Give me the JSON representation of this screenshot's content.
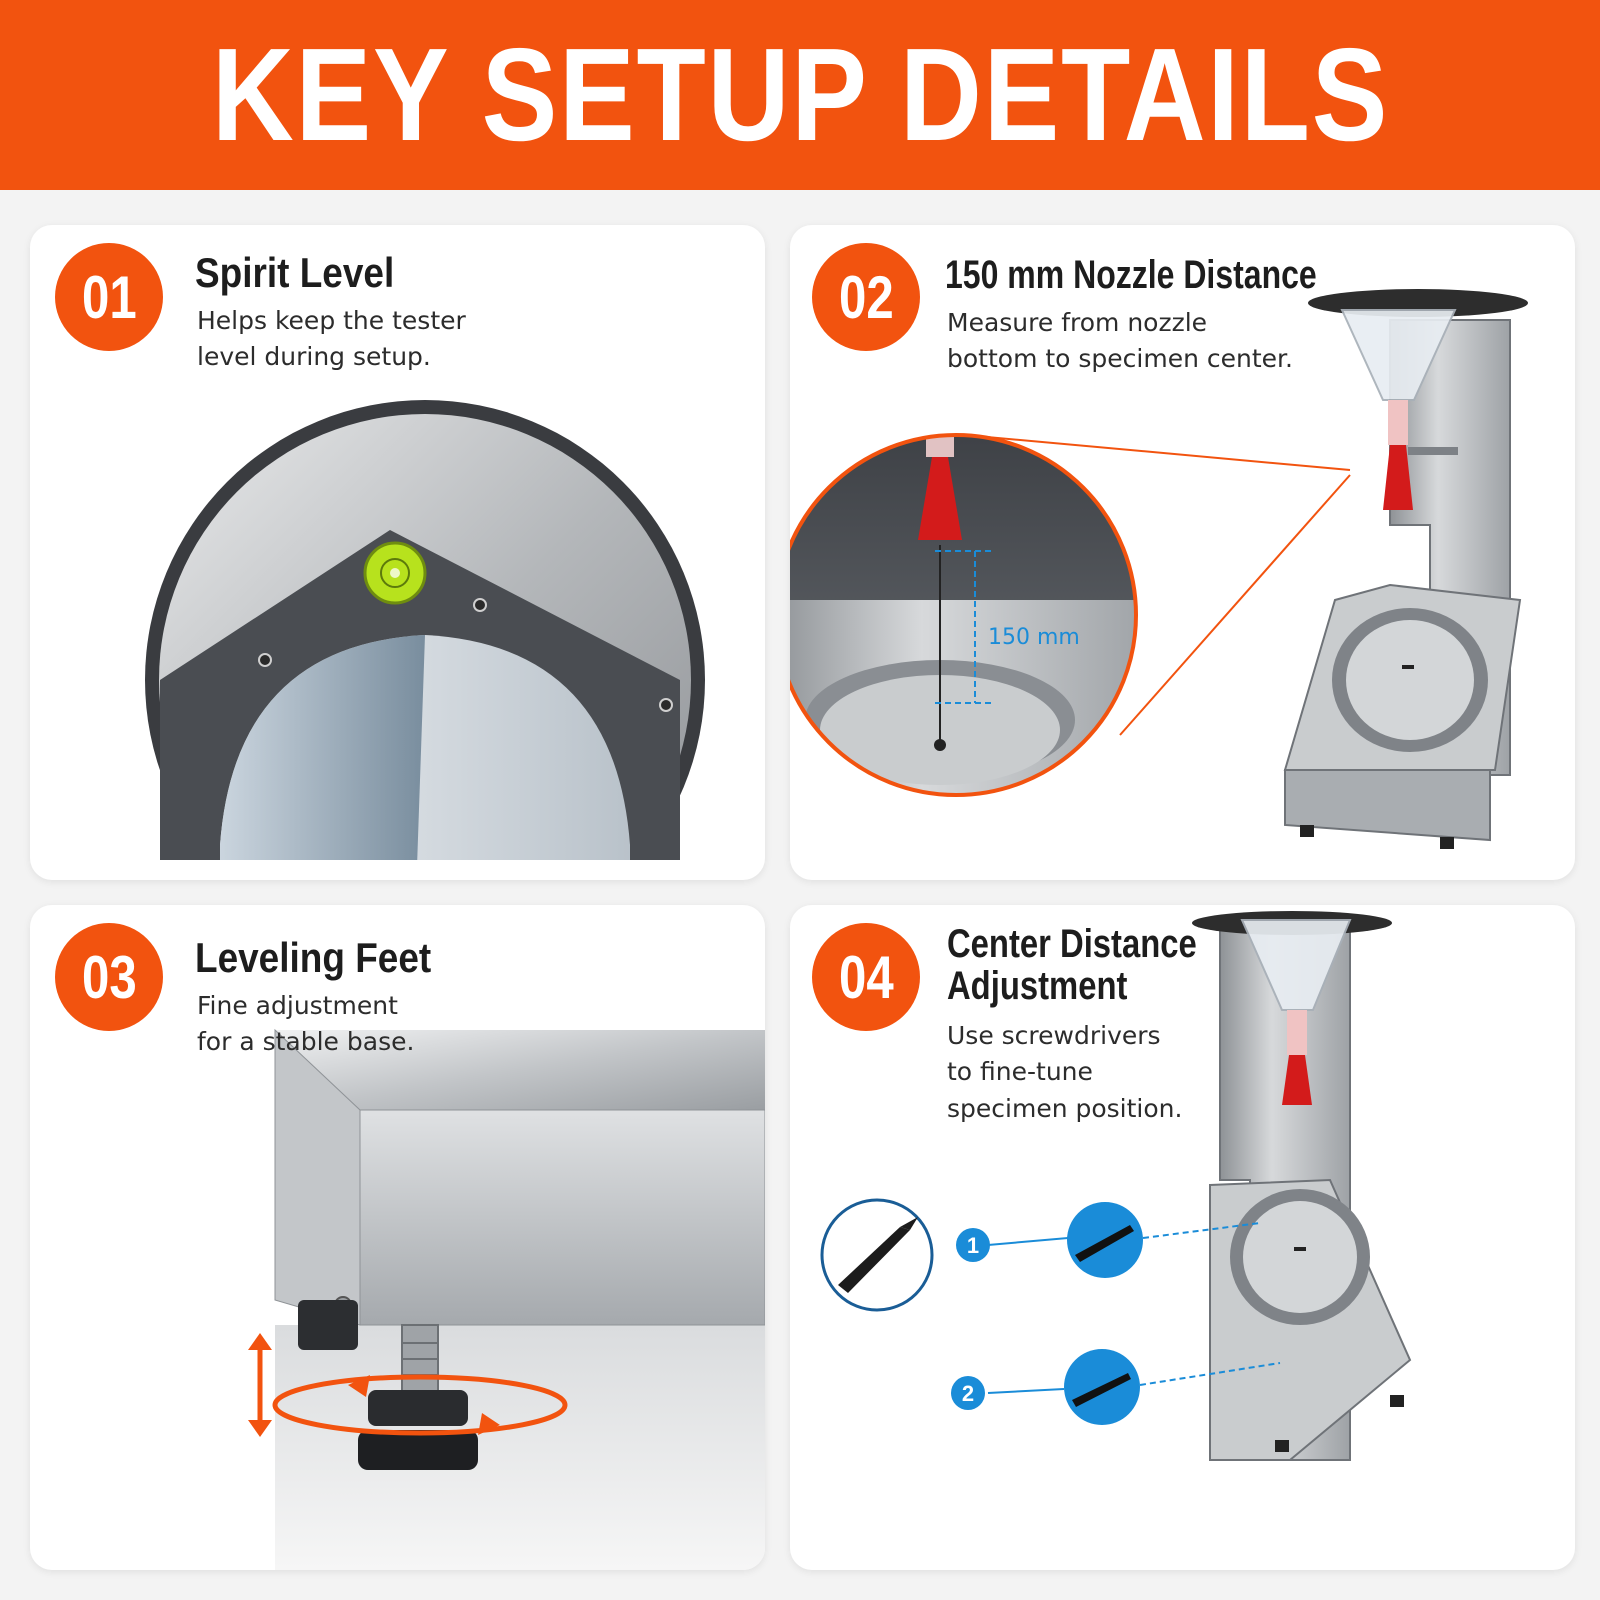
{
  "header": {
    "title": "KEY SETUP DETAILS"
  },
  "colors": {
    "accent": "#f2530f",
    "callout_blue": "#1a8cd8",
    "steel": "#b9bcbf",
    "nozzle_red": "#d31b1b",
    "level_green": "#b7e21d"
  },
  "cards": [
    {
      "number": "01",
      "title": "Spirit Level",
      "description": "Helps keep the tester\nlevel during setup.",
      "icon": "spirit-level-closeup"
    },
    {
      "number": "02",
      "title": "150 mm Nozzle Distance",
      "description": "Measure from nozzle\nbottom to specimen center.",
      "measurement_label": "150 mm",
      "icon": "nozzle-distance-diagram"
    },
    {
      "number": "03",
      "title": "Leveling Feet",
      "description": "Fine adjustment\nfor a stable base.",
      "icon": "leveling-foot-closeup"
    },
    {
      "number": "04",
      "title": "Center Distance\nAdjustment",
      "description": "Use screwdrivers\nto fine-tune\nspecimen position.",
      "step_labels": [
        "1",
        "2"
      ],
      "icon": "screwdriver-adjustment-diagram"
    }
  ]
}
